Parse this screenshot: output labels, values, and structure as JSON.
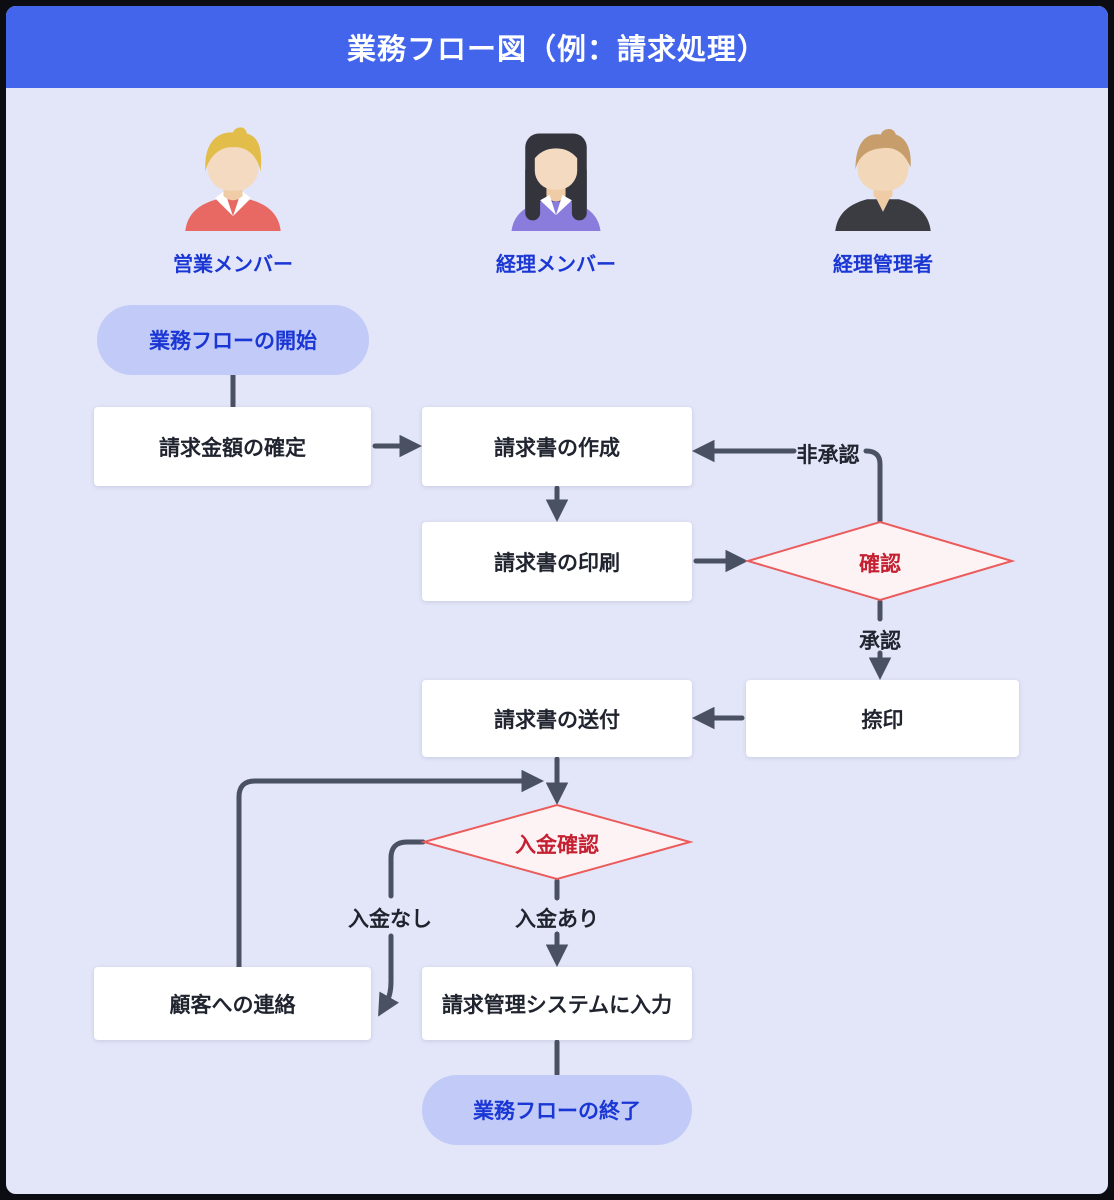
{
  "header": {
    "title": "業務フロー図（例：請求処理）"
  },
  "actors": [
    {
      "id": "sales-member",
      "label": "営業メンバー"
    },
    {
      "id": "accounting-member",
      "label": "経理メンバー"
    },
    {
      "id": "accounting-manager",
      "label": "経理管理者"
    }
  ],
  "flow": {
    "start": "業務フローの開始",
    "confirm_amount": "請求金額の確定",
    "create_invoice": "請求書の作成",
    "print_invoice": "請求書の印刷",
    "check": "確認",
    "not_approved": "非承認",
    "approved": "承認",
    "stamp": "捺印",
    "send_invoice": "請求書の送付",
    "payment_check": "入金確認",
    "no_payment": "入金なし",
    "payment_received": "入金あり",
    "contact_customer": "顧客への連絡",
    "enter_system": "請求管理システムに入力",
    "end": "業務フローの終了"
  },
  "colors": {
    "frame_border": "#0B0D13",
    "canvas_bg": "#E3E6F8",
    "header_bg": "#4365EC",
    "header_text": "#FFFFFF",
    "actor_label": "#1A36D4",
    "terminal_bg": "#C2CBF7",
    "terminal_text": "#1A36D4",
    "process_bg": "#FFFFFF",
    "process_text": "#20242F",
    "edge": "#4A5163",
    "edge_label": "#20242F",
    "decision_fill": "#FDF3F5",
    "decision_border": "#EC5B5B",
    "decision_text": "#C52031"
  }
}
